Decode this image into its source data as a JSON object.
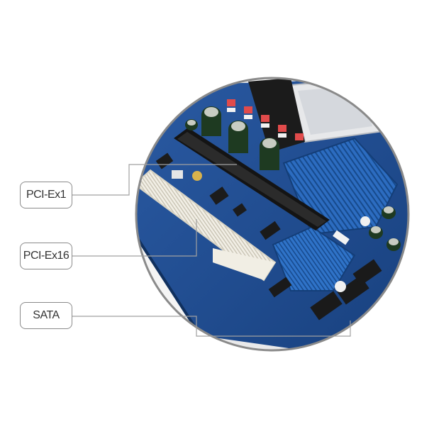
{
  "labels": {
    "pcie_x1": "PCI-Ex1",
    "pcie_x16": "PCI-Ex16",
    "sata": "SATA"
  },
  "colors": {
    "pcb": "#1f4e93",
    "heatsink": "#2f6fc4",
    "slot_white": "#f2efe6",
    "slot_black": "#1a1a1a",
    "capacitor": "#1f3a22",
    "leader_line": "#9a9a9a",
    "lens_ring": "#7a7a7a"
  }
}
